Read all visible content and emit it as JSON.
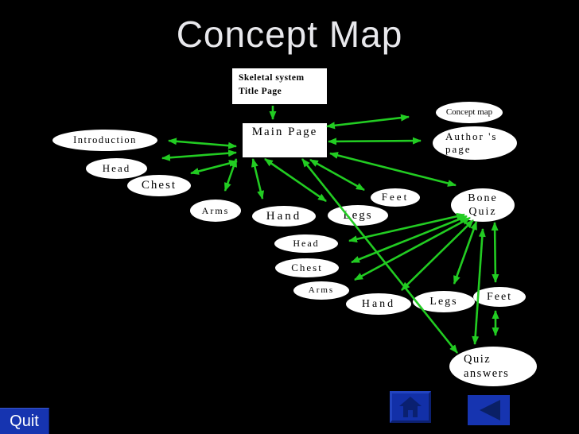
{
  "header": {
    "title": "Concept Map"
  },
  "colors": {
    "background": "#000000",
    "arrow_green": "#22cc22",
    "title_text": "#e8e8ec",
    "node_fill": "#ffffff",
    "node_text": "#000000",
    "button_blue": "#1634b0",
    "button_icon_navy": "#0a2070"
  },
  "diagram": {
    "boxes": {
      "title_page": {
        "label": "Skeletal system\nTitle Page"
      },
      "main_page": {
        "label": "Main Page"
      }
    },
    "nodes": {
      "introduction": {
        "label": "Introduction"
      },
      "head_top": {
        "label": "Head"
      },
      "chest_top": {
        "label": "Chest"
      },
      "arms_top": {
        "label": "Arms"
      },
      "hand_top": {
        "label": "Hand"
      },
      "legs_top": {
        "label": "Legs"
      },
      "feet_top": {
        "label": "Feet"
      },
      "concept_map": {
        "label": "Concept map"
      },
      "authors_page": {
        "label": "Author 's\npage"
      },
      "bone_quiz": {
        "label": "Bone\nQuiz"
      },
      "head_bottom": {
        "label": "Head"
      },
      "chest_bottom": {
        "label": "Chest"
      },
      "arms_bottom": {
        "label": "Arms"
      },
      "hand_bottom": {
        "label": "Hand"
      },
      "legs_bottom": {
        "label": "Legs"
      },
      "feet_bottom": {
        "label": "Feet"
      },
      "quiz_answers": {
        "label": "Quiz\nanswers"
      }
    }
  },
  "buttons": {
    "quit": {
      "label": "Quit"
    },
    "home": {
      "icon": "home-icon"
    },
    "back": {
      "icon": "back-arrow-icon"
    }
  }
}
